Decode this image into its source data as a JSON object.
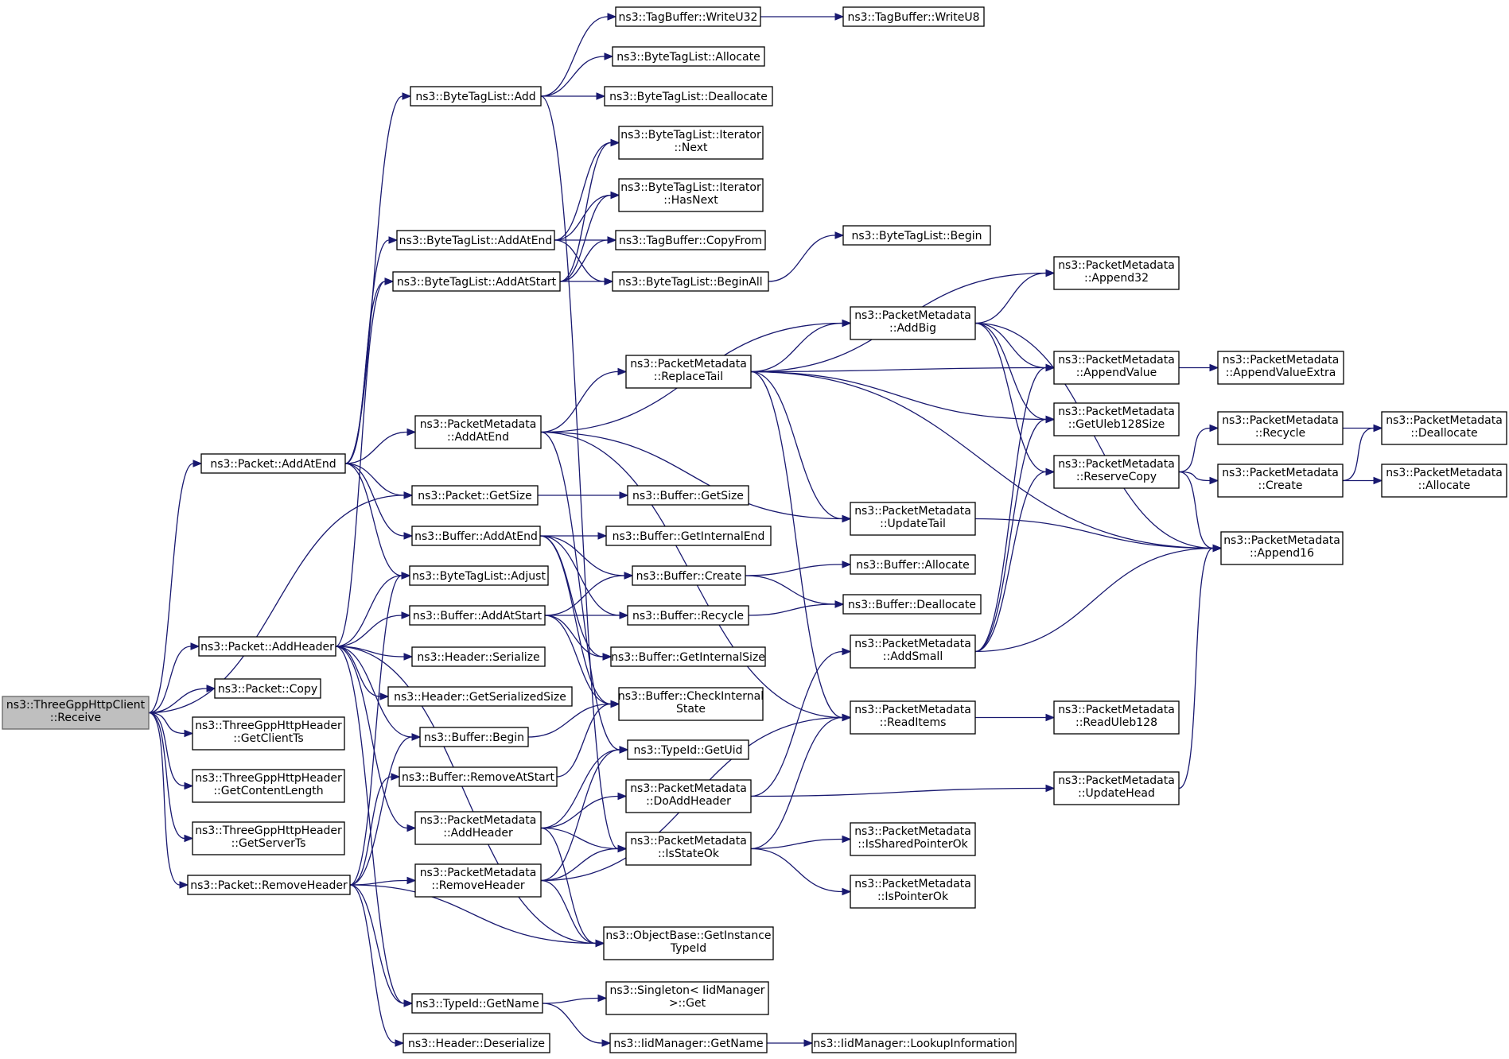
{
  "diagram": {
    "nodes": [
      {
        "id": "receive",
        "lines": [
          "ns3::ThreeGppHttpClient",
          "::Receive"
        ],
        "root": true
      },
      {
        "id": "pkt_addatend",
        "lines": [
          "ns3::Packet::AddAtEnd"
        ]
      },
      {
        "id": "pkt_addheader",
        "lines": [
          "ns3::Packet::AddHeader"
        ]
      },
      {
        "id": "pkt_copy",
        "lines": [
          "ns3::Packet::Copy"
        ]
      },
      {
        "id": "hdr_clientts",
        "lines": [
          "ns3::ThreeGppHttpHeader",
          "::GetClientTs"
        ]
      },
      {
        "id": "hdr_contentlen",
        "lines": [
          "ns3::ThreeGppHttpHeader",
          "::GetContentLength"
        ]
      },
      {
        "id": "hdr_serverts",
        "lines": [
          "ns3::ThreeGppHttpHeader",
          "::GetServerTs"
        ]
      },
      {
        "id": "pkt_removeheader",
        "lines": [
          "ns3::Packet::RemoveHeader"
        ]
      },
      {
        "id": "btl_add",
        "lines": [
          "ns3::ByteTagList::Add"
        ]
      },
      {
        "id": "btl_addatend",
        "lines": [
          "ns3::ByteTagList::AddAtEnd"
        ]
      },
      {
        "id": "btl_addatstart",
        "lines": [
          "ns3::ByteTagList::AddAtStart"
        ]
      },
      {
        "id": "pm_addatend",
        "lines": [
          "ns3::PacketMetadata",
          "::AddAtEnd"
        ]
      },
      {
        "id": "pkt_getsize",
        "lines": [
          "ns3::Packet::GetSize"
        ]
      },
      {
        "id": "buf_addatend",
        "lines": [
          "ns3::Buffer::AddAtEnd"
        ]
      },
      {
        "id": "btl_adjust",
        "lines": [
          "ns3::ByteTagList::Adjust"
        ]
      },
      {
        "id": "buf_addatstart",
        "lines": [
          "ns3::Buffer::AddAtStart"
        ]
      },
      {
        "id": "hdr_serialize",
        "lines": [
          "ns3::Header::Serialize"
        ]
      },
      {
        "id": "hdr_getsersize",
        "lines": [
          "ns3::Header::GetSerializedSize"
        ]
      },
      {
        "id": "buf_begin",
        "lines": [
          "ns3::Buffer::Begin"
        ]
      },
      {
        "id": "buf_removeatstart",
        "lines": [
          "ns3::Buffer::RemoveAtStart"
        ]
      },
      {
        "id": "pm_addheader",
        "lines": [
          "ns3::PacketMetadata",
          "::AddHeader"
        ]
      },
      {
        "id": "pm_removeheader",
        "lines": [
          "ns3::PacketMetadata",
          "::RemoveHeader"
        ]
      },
      {
        "id": "typeid_getname",
        "lines": [
          "ns3::TypeId::GetName"
        ]
      },
      {
        "id": "hdr_deserialize",
        "lines": [
          "ns3::Header::Deserialize"
        ]
      },
      {
        "id": "tb_writeu32",
        "lines": [
          "ns3::TagBuffer::WriteU32"
        ]
      },
      {
        "id": "btl_allocate",
        "lines": [
          "ns3::ByteTagList::Allocate"
        ]
      },
      {
        "id": "btl_deallocate",
        "lines": [
          "ns3::ByteTagList::Deallocate"
        ]
      },
      {
        "id": "btl_iter_next",
        "lines": [
          "ns3::ByteTagList::Iterator",
          "::Next"
        ]
      },
      {
        "id": "btl_iter_hasnext",
        "lines": [
          "ns3::ByteTagList::Iterator",
          "::HasNext"
        ]
      },
      {
        "id": "tb_copyfrom",
        "lines": [
          "ns3::TagBuffer::CopyFrom"
        ]
      },
      {
        "id": "btl_beginall",
        "lines": [
          "ns3::ByteTagList::BeginAll"
        ]
      },
      {
        "id": "pm_replacetail",
        "lines": [
          "ns3::PacketMetadata",
          "::ReplaceTail"
        ]
      },
      {
        "id": "buf_getsize",
        "lines": [
          "ns3::Buffer::GetSize"
        ]
      },
      {
        "id": "buf_getinternalend",
        "lines": [
          "ns3::Buffer::GetInternalEnd"
        ]
      },
      {
        "id": "buf_create",
        "lines": [
          "ns3::Buffer::Create"
        ]
      },
      {
        "id": "buf_recycle",
        "lines": [
          "ns3::Buffer::Recycle"
        ]
      },
      {
        "id": "buf_getinternalsize",
        "lines": [
          "ns3::Buffer::GetInternalSize"
        ]
      },
      {
        "id": "buf_checkinternal",
        "lines": [
          "ns3::Buffer::CheckInternal",
          "State"
        ]
      },
      {
        "id": "typeid_getuid",
        "lines": [
          "ns3::TypeId::GetUid"
        ]
      },
      {
        "id": "pm_doaddheader",
        "lines": [
          "ns3::PacketMetadata",
          "::DoAddHeader"
        ]
      },
      {
        "id": "pm_isstateok",
        "lines": [
          "ns3::PacketMetadata",
          "::IsStateOk"
        ]
      },
      {
        "id": "ob_getinstancetypeid",
        "lines": [
          "ns3::ObjectBase::GetInstance",
          "TypeId"
        ]
      },
      {
        "id": "singleton_get",
        "lines": [
          "ns3::Singleton< IidManager",
          " >::Get"
        ]
      },
      {
        "id": "iid_getname",
        "lines": [
          "ns3::IidManager::GetName"
        ]
      },
      {
        "id": "tb_writeu8",
        "lines": [
          "ns3::TagBuffer::WriteU8"
        ]
      },
      {
        "id": "btl_begin",
        "lines": [
          "ns3::ByteTagList::Begin"
        ]
      },
      {
        "id": "pm_addbig",
        "lines": [
          "ns3::PacketMetadata",
          "::AddBig"
        ]
      },
      {
        "id": "pm_updatetail",
        "lines": [
          "ns3::PacketMetadata",
          "::UpdateTail"
        ]
      },
      {
        "id": "buf_allocate",
        "lines": [
          "ns3::Buffer::Allocate"
        ]
      },
      {
        "id": "buf_deallocate",
        "lines": [
          "ns3::Buffer::Deallocate"
        ]
      },
      {
        "id": "pm_addsmall",
        "lines": [
          "ns3::PacketMetadata",
          "::AddSmall"
        ]
      },
      {
        "id": "pm_readitems",
        "lines": [
          "ns3::PacketMetadata",
          "::ReadItems"
        ]
      },
      {
        "id": "pm_issharedpointerok",
        "lines": [
          "ns3::PacketMetadata",
          "::IsSharedPointerOk"
        ]
      },
      {
        "id": "pm_ispointerok",
        "lines": [
          "ns3::PacketMetadata",
          "::IsPointerOk"
        ]
      },
      {
        "id": "iid_lookupinfo",
        "lines": [
          "ns3::IidManager::LookupInformation"
        ]
      },
      {
        "id": "pm_append32",
        "lines": [
          "ns3::PacketMetadata",
          "::Append32"
        ]
      },
      {
        "id": "pm_appendvalue",
        "lines": [
          "ns3::PacketMetadata",
          "::AppendValue"
        ]
      },
      {
        "id": "pm_getuleb128size",
        "lines": [
          "ns3::PacketMetadata",
          "::GetUleb128Size"
        ]
      },
      {
        "id": "pm_reservecopy",
        "lines": [
          "ns3::PacketMetadata",
          "::ReserveCopy"
        ]
      },
      {
        "id": "pm_readuleb128",
        "lines": [
          "ns3::PacketMetadata",
          "::ReadUleb128"
        ]
      },
      {
        "id": "pm_updatehead",
        "lines": [
          "ns3::PacketMetadata",
          "::UpdateHead"
        ]
      },
      {
        "id": "pm_appendvalueextra",
        "lines": [
          "ns3::PacketMetadata",
          "::AppendValueExtra"
        ]
      },
      {
        "id": "pm_recycle",
        "lines": [
          "ns3::PacketMetadata",
          "::Recycle"
        ]
      },
      {
        "id": "pm_create",
        "lines": [
          "ns3::PacketMetadata",
          "::Create"
        ]
      },
      {
        "id": "pm_append16",
        "lines": [
          "ns3::PacketMetadata",
          "::Append16"
        ]
      },
      {
        "id": "pm_deallocate",
        "lines": [
          "ns3::PacketMetadata",
          "::Deallocate"
        ]
      },
      {
        "id": "pm_allocate",
        "lines": [
          "ns3::PacketMetadata",
          "::Allocate"
        ]
      }
    ],
    "edges": [
      [
        "receive",
        "pkt_addatend"
      ],
      [
        "receive",
        "pkt_addheader"
      ],
      [
        "receive",
        "pkt_copy"
      ],
      [
        "receive",
        "hdr_clientts"
      ],
      [
        "receive",
        "hdr_contentlen"
      ],
      [
        "receive",
        "hdr_serverts"
      ],
      [
        "receive",
        "pkt_removeheader"
      ],
      [
        "receive",
        "pkt_getsize"
      ],
      [
        "pkt_addatend",
        "btl_add"
      ],
      [
        "pkt_addatend",
        "btl_addatend"
      ],
      [
        "pkt_addatend",
        "btl_addatstart"
      ],
      [
        "pkt_addatend",
        "pm_addatend"
      ],
      [
        "pkt_addatend",
        "pkt_getsize"
      ],
      [
        "pkt_addatend",
        "buf_addatend"
      ],
      [
        "pkt_addatend",
        "btl_adjust"
      ],
      [
        "pkt_addheader",
        "btl_addatstart"
      ],
      [
        "pkt_addheader",
        "btl_adjust"
      ],
      [
        "pkt_addheader",
        "buf_addatstart"
      ],
      [
        "pkt_addheader",
        "hdr_serialize"
      ],
      [
        "pkt_addheader",
        "hdr_getsersize"
      ],
      [
        "pkt_addheader",
        "buf_begin"
      ],
      [
        "pkt_addheader",
        "pm_addheader"
      ],
      [
        "pkt_addheader",
        "ob_getinstancetypeid"
      ],
      [
        "pkt_addheader",
        "typeid_getname"
      ],
      [
        "pkt_removeheader",
        "btl_adjust"
      ],
      [
        "pkt_removeheader",
        "buf_begin"
      ],
      [
        "pkt_removeheader",
        "buf_removeatstart"
      ],
      [
        "pkt_removeheader",
        "pm_removeheader"
      ],
      [
        "pkt_removeheader",
        "ob_getinstancetypeid"
      ],
      [
        "pkt_removeheader",
        "typeid_getname"
      ],
      [
        "pkt_removeheader",
        "hdr_deserialize"
      ],
      [
        "btl_add",
        "tb_writeu32"
      ],
      [
        "btl_add",
        "btl_allocate"
      ],
      [
        "btl_add",
        "btl_deallocate"
      ],
      [
        "btl_add",
        "pm_isstateok"
      ],
      [
        "btl_addatend",
        "btl_iter_next"
      ],
      [
        "btl_addatend",
        "btl_iter_hasnext"
      ],
      [
        "btl_addatend",
        "tb_copyfrom"
      ],
      [
        "btl_addatend",
        "btl_beginall"
      ],
      [
        "btl_addatstart",
        "btl_iter_next"
      ],
      [
        "btl_addatstart",
        "btl_iter_hasnext"
      ],
      [
        "btl_addatstart",
        "tb_copyfrom"
      ],
      [
        "btl_addatstart",
        "btl_beginall"
      ],
      [
        "tb_writeu32",
        "tb_writeu8"
      ],
      [
        "btl_beginall",
        "btl_begin"
      ],
      [
        "pm_addatend",
        "pm_addbig"
      ],
      [
        "pm_addatend",
        "pm_replacetail"
      ],
      [
        "pm_addatend",
        "pm_updatetail"
      ],
      [
        "pm_addatend",
        "pm_readitems"
      ],
      [
        "pm_addatend",
        "typeid_getuid"
      ],
      [
        "pm_replacetail",
        "pm_append32"
      ],
      [
        "pm_replacetail",
        "pm_addbig"
      ],
      [
        "pm_replacetail",
        "pm_appendvalue"
      ],
      [
        "pm_replacetail",
        "pm_getuleb128size"
      ],
      [
        "pm_replacetail",
        "pm_updatetail"
      ],
      [
        "pm_replacetail",
        "pm_append16"
      ],
      [
        "pm_replacetail",
        "pm_readitems"
      ],
      [
        "pkt_getsize",
        "buf_getsize"
      ],
      [
        "buf_addatend",
        "buf_getinternalend"
      ],
      [
        "buf_addatend",
        "buf_create"
      ],
      [
        "buf_addatend",
        "buf_recycle"
      ],
      [
        "buf_addatend",
        "buf_getinternalsize"
      ],
      [
        "buf_addatend",
        "buf_checkinternal"
      ],
      [
        "buf_addatstart",
        "buf_create"
      ],
      [
        "buf_addatstart",
        "buf_recycle"
      ],
      [
        "buf_addatstart",
        "buf_getinternalsize"
      ],
      [
        "buf_addatstart",
        "buf_checkinternal"
      ],
      [
        "buf_create",
        "buf_allocate"
      ],
      [
        "buf_create",
        "buf_deallocate"
      ],
      [
        "buf_recycle",
        "buf_deallocate"
      ],
      [
        "buf_begin",
        "buf_checkinternal"
      ],
      [
        "buf_removeatstart",
        "buf_checkinternal"
      ],
      [
        "pm_addheader",
        "typeid_getuid"
      ],
      [
        "pm_addheader",
        "pm_doaddheader"
      ],
      [
        "pm_addheader",
        "pm_isstateok"
      ],
      [
        "pm_addheader",
        "ob_getinstancetypeid"
      ],
      [
        "pm_removeheader",
        "typeid_getuid"
      ],
      [
        "pm_removeheader",
        "pm_isstateok"
      ],
      [
        "pm_removeheader",
        "ob_getinstancetypeid"
      ],
      [
        "pm_removeheader",
        "pm_readitems"
      ],
      [
        "pm_doaddheader",
        "pm_addsmall"
      ],
      [
        "pm_doaddheader",
        "pm_updatehead"
      ],
      [
        "pm_isstateok",
        "pm_readitems"
      ],
      [
        "pm_isstateok",
        "pm_issharedpointerok"
      ],
      [
        "pm_isstateok",
        "pm_ispointerok"
      ],
      [
        "typeid_getname",
        "singleton_get"
      ],
      [
        "typeid_getname",
        "iid_getname"
      ],
      [
        "iid_getname",
        "iid_lookupinfo"
      ],
      [
        "pm_addbig",
        "pm_append32"
      ],
      [
        "pm_addbig",
        "pm_appendvalue"
      ],
      [
        "pm_addbig",
        "pm_getuleb128size"
      ],
      [
        "pm_addbig",
        "pm_reservecopy"
      ],
      [
        "pm_addbig",
        "pm_append16"
      ],
      [
        "pm_updatetail",
        "pm_append16"
      ],
      [
        "pm_addsmall",
        "pm_appendvalue"
      ],
      [
        "pm_addsmall",
        "pm_getuleb128size"
      ],
      [
        "pm_addsmall",
        "pm_reservecopy"
      ],
      [
        "pm_addsmall",
        "pm_append16"
      ],
      [
        "pm_readitems",
        "pm_readuleb128"
      ],
      [
        "pm_updatehead",
        "pm_append16"
      ],
      [
        "pm_appendvalue",
        "pm_appendvalueextra"
      ],
      [
        "pm_reservecopy",
        "pm_recycle"
      ],
      [
        "pm_reservecopy",
        "pm_create"
      ],
      [
        "pm_reservecopy",
        "pm_append16"
      ],
      [
        "pm_recycle",
        "pm_deallocate"
      ],
      [
        "pm_create",
        "pm_deallocate"
      ],
      [
        "pm_create",
        "pm_allocate"
      ]
    ]
  }
}
